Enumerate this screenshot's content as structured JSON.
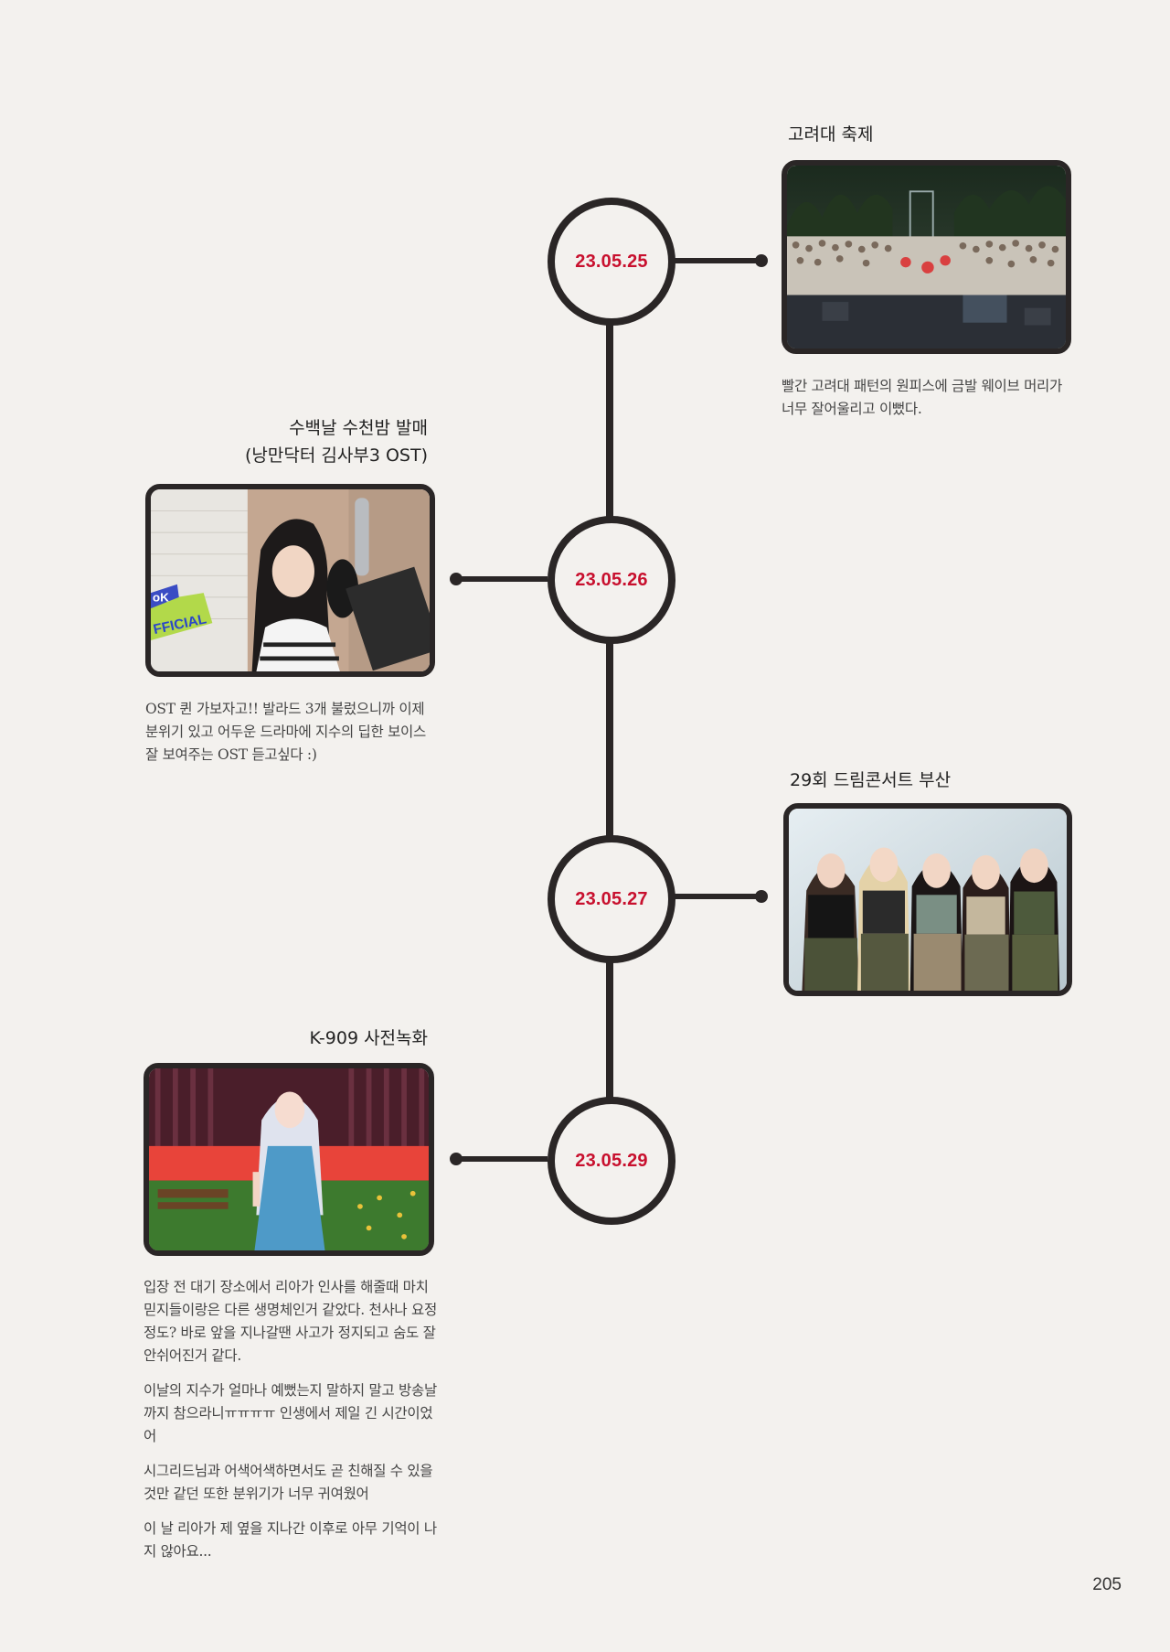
{
  "colors": {
    "date_red": "#c8102e",
    "line_dark": "#2a2626",
    "background": "#f3f1ee"
  },
  "events": [
    {
      "date": "23.05.25",
      "title_lines": [
        "고려대 축제"
      ],
      "photo": "concert-crowd-photo",
      "description": [
        "빨간 고려대 패턴의 원피스에 금발 웨이브 머리가 너무 잘어울리고 이뻤다."
      ]
    },
    {
      "date": "23.05.26",
      "title_lines": [
        "수백날 수천밤 발매",
        "(낭만닥터 김사부3 OST)"
      ],
      "photo": "recording-studio-photo",
      "photo_badge": [
        "oK",
        "FFICIAL"
      ],
      "description": [
        "OST 퀸 가보자고!! 발라드 3개 불렀으니까 이제 분위기 있고 어두운 드라마에 지수의 딥한 보이스 잘 보여주는 OST 듣고싶다 :)"
      ]
    },
    {
      "date": "23.05.27",
      "title_lines": [
        "29회 드림콘서트 부산"
      ],
      "photo": "group-pose-photo",
      "description": []
    },
    {
      "date": "23.05.29",
      "title_lines": [
        "K-909 사전녹화"
      ],
      "photo": "stage-performance-photo",
      "description": [
        "입장 전 대기 장소에서 리아가 인사를 해줄때 마치 믿지들이랑은 다른 생명체인거 같았다. 천사나 요정 정도? 바로 앞을 지나갈땐 사고가 정지되고 숨도 잘 안쉬어진거 같다.",
        "이날의 지수가 얼마나 예뻤는지 말하지 말고 방송날까지 참으라니ㅠㅠㅠㅠ 인생에서 제일 긴 시간이었어",
        "시그리드님과 어색어색하면서도 곧 친해질 수 있을 것만 같던 또한 분위기가 너무 귀여웠어",
        "이 날 리아가 제 옆을 지나간 이후로 아무 기억이 나지 않아요..."
      ]
    }
  ],
  "page_number": "205"
}
